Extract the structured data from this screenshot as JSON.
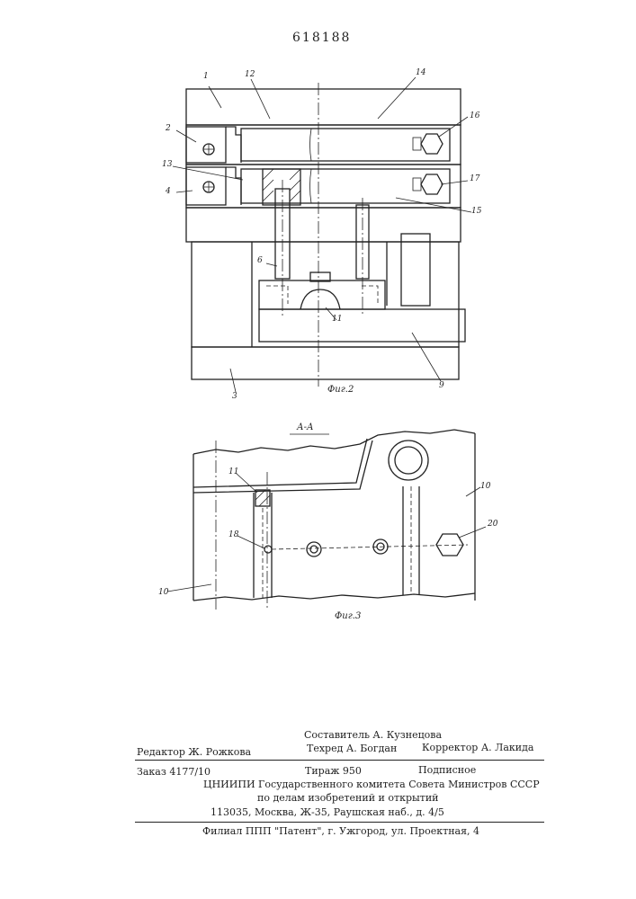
{
  "patent_number": "618188",
  "fig2": {
    "caption": "Фиг.2",
    "labels": {
      "l1": "1",
      "l2": "2",
      "l3": "3",
      "l4": "4",
      "l6": "6",
      "l9": "9",
      "l11": "11",
      "l12": "12",
      "l13": "13",
      "l14": "14",
      "l15": "15",
      "l16": "16",
      "l17": "17"
    }
  },
  "section": {
    "title": "А-А",
    "caption": "Фиг.3",
    "labels": {
      "l10a": "10",
      "l10b": "10",
      "l11": "11",
      "l18": "18",
      "l20": "20"
    }
  },
  "imprint": {
    "sostavitel": "Составитель А. Кузнецова",
    "redaktor": "Редактор Ж. Рожкова",
    "tehred": "Техред А. Богдан",
    "korrektor": "Корректор А. Лакида",
    "zakaz": "Заказ 4177/10",
    "tirazh": "Тираж 950",
    "podpisnoe": "Подписное",
    "cniipi": "ЦНИИПИ Государственного комитета Совета Министров СССР",
    "po_delam": "по делам изобретений и открытий",
    "address": "113035, Москва, Ж-35, Раушская наб., д. 4/5",
    "filial": "Филиал ППП \"Патент\", г. Ужгород, ул. Проектная, 4"
  }
}
